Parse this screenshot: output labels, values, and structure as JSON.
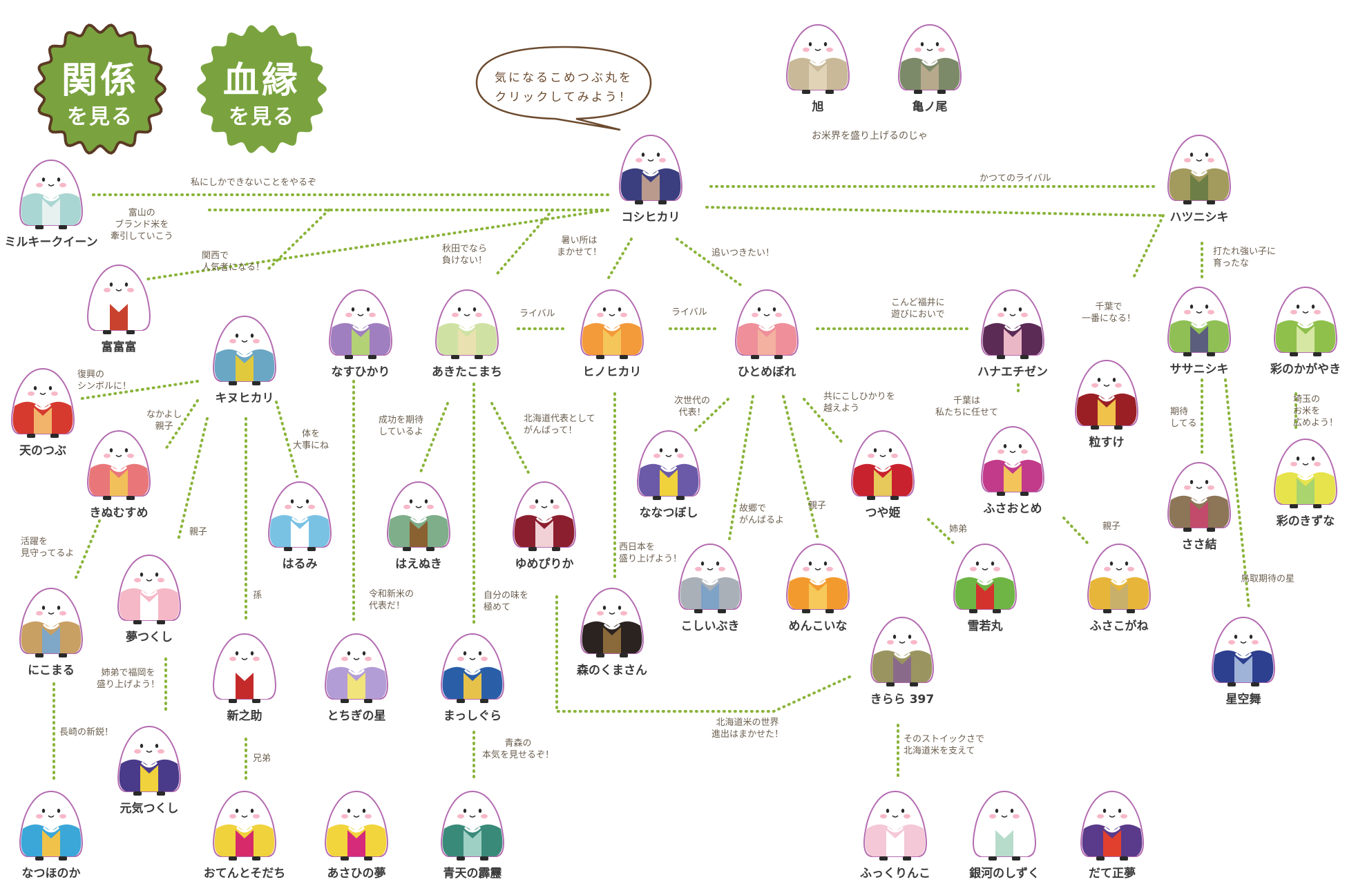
{
  "buttons": {
    "relation": {
      "line1": "関係",
      "line2": "を見る",
      "color": "#7aa33f"
    },
    "bloodline": {
      "line1": "血縁",
      "line2": "を見る",
      "color": "#7aa33f"
    }
  },
  "bubble": {
    "line1": "気になるこめつぶ丸を",
    "line2": "クリックしてみよう！"
  },
  "elders_note": "お米界を盛り上げるのじゃ",
  "characters": {
    "asahi": {
      "name": "旭",
      "color": "#c9b999",
      "accent": "#e0d3b6"
    },
    "kamenoo": {
      "name": "亀ノ尾",
      "color": "#7d8a6a",
      "accent": "#b6a98c"
    },
    "koshihikari": {
      "name": "コシヒカリ",
      "color": "#3c3f7f",
      "accent": "#b99a8d"
    },
    "hatsunishiki": {
      "name": "ハツニシキ",
      "color": "#a39a5d",
      "accent": "#6d7e46"
    },
    "milky": {
      "name": "ミルキークイーン",
      "color": "#a9d6d2",
      "accent": "#e7f1ef"
    },
    "fufufu": {
      "name": "富富富",
      "color": "#ffffff",
      "accent": "#c9422e"
    },
    "kinuhikari": {
      "name": "キヌヒカリ",
      "color": "#6aa7c4",
      "accent": "#e0c93d"
    },
    "nasuhikari": {
      "name": "なすひかり",
      "color": "#a07fc0",
      "accent": "#b3d276"
    },
    "akitakomachi": {
      "name": "あきたこまち",
      "color": "#cfe2a3",
      "accent": "#e9e2b0"
    },
    "hinohikari": {
      "name": "ヒノヒカリ",
      "color": "#f39a3a",
      "accent": "#f5c65a"
    },
    "hitomebore": {
      "name": "ひとめぼれ",
      "color": "#ef8f9a",
      "accent": "#f5b1a0"
    },
    "hanaechizen": {
      "name": "ハナエチゼン",
      "color": "#5b2a55",
      "accent": "#eab7c6"
    },
    "tsubusuke": {
      "name": "粒すけ",
      "color": "#9a1f24",
      "accent": "#f0c24a"
    },
    "sasanishiki": {
      "name": "ササニシキ",
      "color": "#8fbf55",
      "accent": "#5b5e7c"
    },
    "irodori": {
      "name": "彩のかがやき",
      "color": "#8fc04c",
      "accent": "#d6e7a3"
    },
    "tennotsubu": {
      "name": "天のつぶ",
      "color": "#d63a2f",
      "accent": "#f2b46b"
    },
    "kinumusume": {
      "name": "きぬむすめ",
      "color": "#e9777a",
      "accent": "#f2c05b"
    },
    "harumi": {
      "name": "はるみ",
      "color": "#7ac2e4",
      "accent": "#ffffff"
    },
    "haenuki": {
      "name": "はえぬき",
      "color": "#7fae8a",
      "accent": "#8a6232"
    },
    "yumepirika": {
      "name": "ゆめぴりか",
      "color": "#8c1f2f",
      "accent": "#f1d1d6"
    },
    "nanatsuboshi": {
      "name": "ななつぼし",
      "color": "#6a5aa8",
      "accent": "#f0d23c"
    },
    "tsuyahime": {
      "name": "つや姫",
      "color": "#c8222e",
      "accent": "#e7c85a"
    },
    "fusaotome": {
      "name": "ふさおとめ",
      "color": "#c23a8a",
      "accent": "#f2c45a"
    },
    "sasamusubi": {
      "name": "ささ結",
      "color": "#8d7558",
      "accent": "#c24a6a"
    },
    "kizuna": {
      "name": "彩のきずな",
      "color": "#e7e34d",
      "accent": "#a9d46e"
    },
    "nikomaru": {
      "name": "にこまる",
      "color": "#c9a064",
      "accent": "#7fa7c7"
    },
    "yumetsukushi": {
      "name": "夢つくし",
      "color": "#f5b8c6",
      "accent": "#ffffff"
    },
    "koshiibuki": {
      "name": "こしいぶき",
      "color": "#aab0b8",
      "accent": "#7fa2c7"
    },
    "menkoina": {
      "name": "めんこいな",
      "color": "#f39a2f",
      "accent": "#f7c95a"
    },
    "yukiwakamaru": {
      "name": "雪若丸",
      "color": "#6fb545",
      "accent": "#d4322c"
    },
    "fusakogane": {
      "name": "ふさこがね",
      "color": "#e7b53a",
      "accent": "#c9b06a"
    },
    "morinokuma": {
      "name": "森のくまさん",
      "color": "#2b2320",
      "accent": "#8a6a3a"
    },
    "kirara": {
      "name": "きらら 397",
      "color": "#9a9560",
      "accent": "#8a6a8a"
    },
    "hoshizorabu": {
      "name": "星空舞",
      "color": "#2d3f8f",
      "accent": "#9fb3d8"
    },
    "shinnosuke": {
      "name": "新之助",
      "color": "#ffffff",
      "accent": "#c52a2a"
    },
    "tochiginohoshi": {
      "name": "とちぎの星",
      "color": "#b39dd6",
      "accent": "#f0e47a"
    },
    "masshigura": {
      "name": "まっしぐら",
      "color": "#2a5fa8",
      "accent": "#e7c24a"
    },
    "genkitsukushi": {
      "name": "元気つくし",
      "color": "#4a3a8a",
      "accent": "#f0d23c"
    },
    "natsuhonoka": {
      "name": "なつほのか",
      "color": "#3aa7d8",
      "accent": "#f0c24a"
    },
    "otentosodachi": {
      "name": "おてんとそだち",
      "color": "#f0d23c",
      "accent": "#d62a6a"
    },
    "asahinoyume": {
      "name": "あさひの夢",
      "color": "#f2d53c",
      "accent": "#d62a7a"
    },
    "seitennohekireki": {
      "name": "青天の霹靂",
      "color": "#3a8a7a",
      "accent": "#9fd0c4"
    },
    "fukkurinko": {
      "name": "ふっくりんこ",
      "color": "#f4c8d6",
      "accent": "#ffffff"
    },
    "gingano": {
      "name": "銀河のしずく",
      "color": "#ffffff",
      "accent": "#b8dccb"
    },
    "datemasayume": {
      "name": "だて正夢",
      "color": "#5a3a8a",
      "accent": "#e2402e"
    }
  },
  "relations": {
    "r_milky": "私にしかできないことをやるぞ",
    "r_fufufu": [
      "富山の",
      "ブランド米を",
      "牽引していこう"
    ],
    "r_kansai": [
      "関西で",
      "人気者になる！"
    ],
    "r_akita": [
      "秋田でなら",
      "負けない！"
    ],
    "r_atsui": [
      "暑い所は",
      "まかせて！"
    ],
    "r_oitsuki": "追いつきたい！",
    "r_rival_old": "かつてのライバル",
    "r_rival1": "ライバル",
    "r_rival2": "ライバル",
    "r_fukui": [
      "こんど福井に",
      "遊びにおいで"
    ],
    "r_chiba": [
      "千葉で",
      "一番になる！"
    ],
    "r_uta": [
      "打たれ強い子に",
      "育ったな"
    ],
    "r_fukko": [
      "復興の",
      "シンボルに！"
    ],
    "r_nakayoshi": [
      "なかよし",
      "親子"
    ],
    "r_karada": [
      "体を",
      "大事にね"
    ],
    "r_seiko": [
      "成功を期待",
      "しているよ"
    ],
    "r_hokkaido": [
      "北海道代表として",
      "がんばって！"
    ],
    "r_jisedai": [
      "次世代の",
      "代表！"
    ],
    "r_tomoni": [
      "共にこしひかりを",
      "越えよう"
    ],
    "r_chiba2": [
      "千葉は",
      "私たちに任せて"
    ],
    "r_kitai": [
      "期待",
      "してる"
    ],
    "r_saitama": [
      "埼玉の",
      "お米を",
      "広めよう！"
    ],
    "r_katsuyaku": [
      "活躍を",
      "見守ってるよ"
    ],
    "r_oyako1": "親子",
    "r_mago": "孫",
    "r_reiwa": [
      "令和新米の",
      "代表だ！"
    ],
    "r_jibun": [
      "自分の味を",
      "極めて"
    ],
    "r_nishinihon": [
      "西日本を",
      "盛り上げよう！"
    ],
    "r_kokyo": [
      "故郷で",
      "がんばるよ"
    ],
    "r_oyako2": "親子",
    "r_shitei": "姉弟",
    "r_oyako3": "親子",
    "r_tottori": "鳥取期待の星",
    "r_fukuoka": [
      "姉弟で福岡を",
      "盛り上げよう！"
    ],
    "r_nagasaki": "長崎の新鋭！",
    "r_kyodai": "兄弟",
    "r_aomori": [
      "青森の",
      "本気を見せるぞ！"
    ],
    "r_sekai": [
      "北海道米の世界",
      "進出はまかせた！"
    ],
    "r_stoic": [
      "そのストイックさで",
      "北海道米を支えて"
    ]
  }
}
